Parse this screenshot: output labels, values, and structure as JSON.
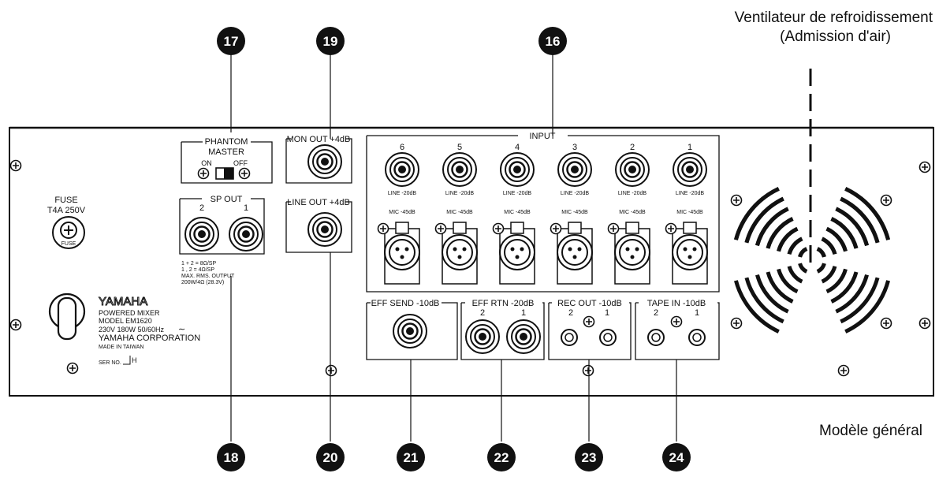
{
  "caption": {
    "fan_line1": "Ventilateur de refroidissement",
    "fan_line2": "(Admission d'air)",
    "model_note": "Modèle général"
  },
  "callouts": [
    "17",
    "19",
    "16",
    "18",
    "20",
    "21",
    "22",
    "23",
    "24"
  ],
  "fuse": {
    "line1": "FUSE",
    "line2": "T4A 250V",
    "cap_text": "FUSE"
  },
  "phantom": {
    "line1": "PHANTOM",
    "line2": "MASTER",
    "on": "ON",
    "off": "OFF"
  },
  "sp_out": {
    "title": "SP OUT",
    "ch": [
      "2",
      "1"
    ],
    "spec1": "1 + 2 = 8Ω/SP",
    "spec2": "1 , 2 = 4Ω/SP",
    "spec3": "MAX. RMS. OUTPUT",
    "spec4": "200W/4Ω (28.3V)"
  },
  "mon_out": "MON OUT +4dB",
  "line_out": "LINE OUT +4dB",
  "input": {
    "title": "INPUT",
    "channels": [
      "6",
      "5",
      "4",
      "3",
      "2",
      "1"
    ],
    "line_label": "LINE -20dB",
    "mic_label": "MIC -45dB"
  },
  "eff_send": "EFF SEND -10dB",
  "eff_rtn": {
    "title": "EFF RTN -20dB",
    "ch": [
      "2",
      "1"
    ]
  },
  "rec_out": {
    "title": "REC OUT -10dB",
    "ch": [
      "2",
      "1"
    ]
  },
  "tape_in": {
    "title": "TAPE IN -10dB",
    "ch": [
      "2",
      "1"
    ]
  },
  "nameplate": {
    "brand": "YAMAHA",
    "product": "POWERED MIXER",
    "model": "MODEL EM1620",
    "power": "230V   180W   50/60Hz",
    "ac_symbol": "∼",
    "corp": "YAMAHA CORPORATION",
    "made_in": "MADE IN TAIWAN",
    "serial": "SER NO.",
    "h_mark": "H"
  }
}
